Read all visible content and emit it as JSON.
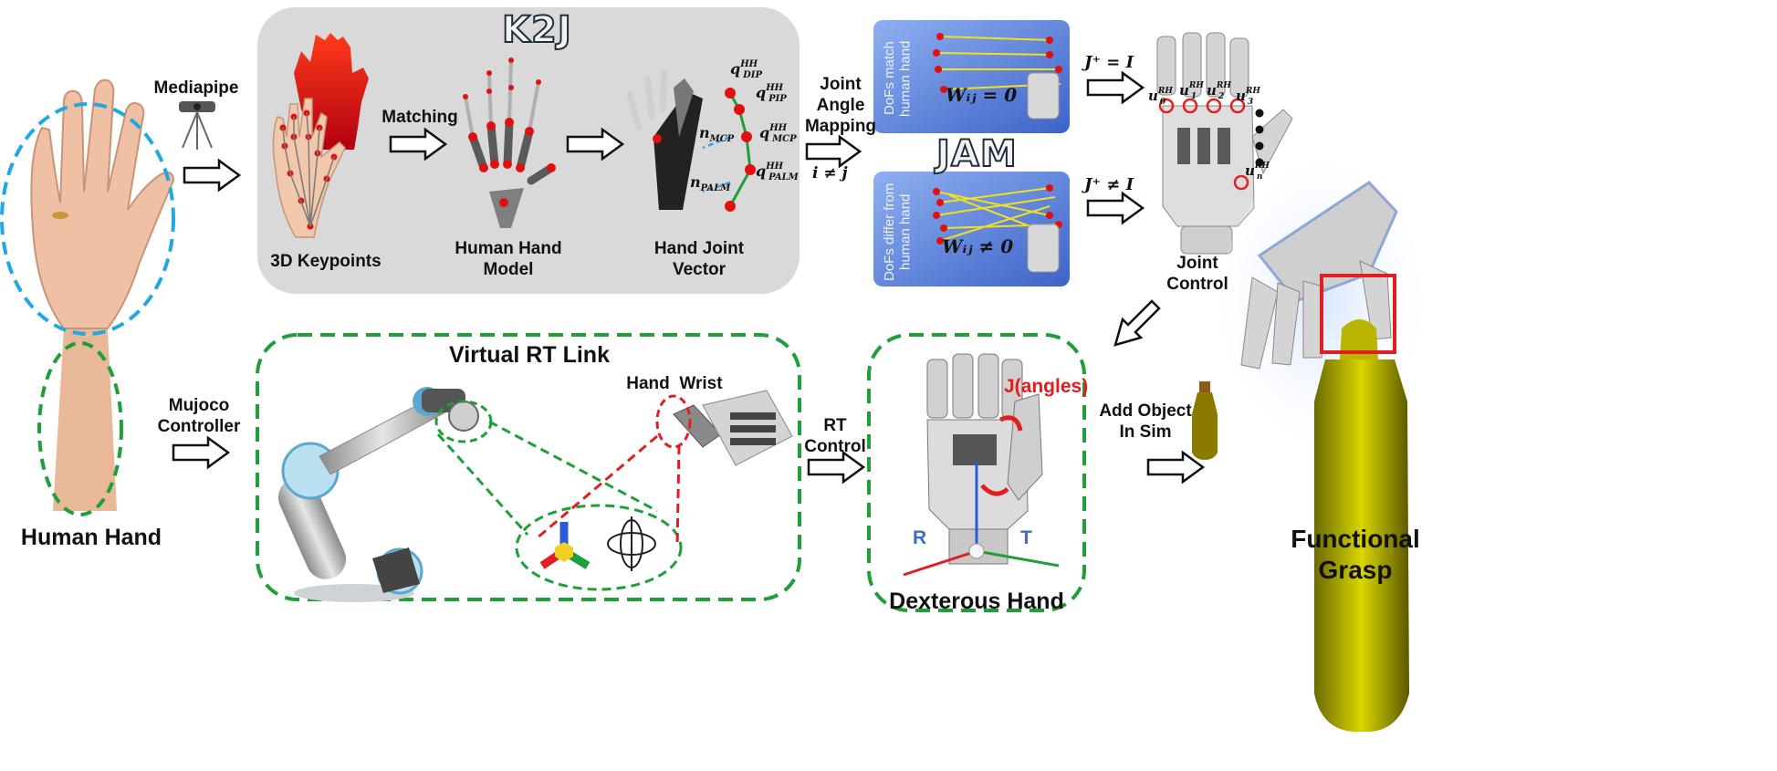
{
  "panel_titles": {
    "k2j": "K2J",
    "jam": "JAM",
    "virtual_rt_link": "Virtual RT Link"
  },
  "stage_labels": {
    "human_hand": "Human Hand",
    "keypoints": "3D Keypoints",
    "human_hand_model": "Human Hand\nModel",
    "hand_joint_vector": "Hand Joint\nVector",
    "joint_control": "Joint\nControl",
    "dexterous_hand": "Dexterous Hand",
    "functional_grasp": "Functional\nGrasp"
  },
  "arrow_labels": {
    "mediapipe": "Mediapipe",
    "matching": "Matching",
    "joint_angle_mapping": "Joint\nAngle\nMapping",
    "mujoco_controller": "Mujoco\nController",
    "rt_control": "RT\nControl",
    "add_object": "Add Object\nIn Sim"
  },
  "math_labels": {
    "i_neq_j": "i ≠ j",
    "jplus_eq_i": "J⁺ = I",
    "jplus_neq_i": "J⁺ ≠ I",
    "w_eq_0": "Wᵢⱼ = 0",
    "w_neq_0": "Wᵢⱼ ≠ 0",
    "q_dip": "q",
    "q_dip_sup": "HH",
    "q_dip_sub": "DIP",
    "q_pip": "q",
    "q_pip_sup": "HH",
    "q_pip_sub": "PIP",
    "q_mcp": "q",
    "q_mcp_sup": "HH",
    "q_mcp_sub": "MCP",
    "q_palm": "q",
    "q_palm_sup": "HH",
    "q_palm_sub": "PALM",
    "n_mcp": "n",
    "n_mcp_sub": "MCP",
    "n_palm": "n",
    "n_palm_sub": "PALM",
    "u0": "u",
    "u0_sub": "0",
    "u1": "u",
    "u1_sub": "1",
    "u2": "u",
    "u2_sub": "2",
    "u3": "u",
    "u3_sub": "3",
    "un": "u",
    "un_sub": "n",
    "rh": "RH"
  },
  "jam_box_text": {
    "match": "DoFs match\nhuman hand",
    "differ": "DoFs differ from\nhuman hand"
  },
  "link_labels": {
    "hand": "Hand",
    "wrist": "Wrist"
  },
  "dexterous_labels": {
    "j_angles": "J(angles)",
    "r": "R",
    "t": "T"
  },
  "colors": {
    "panel_gray": "#d9d9d9",
    "jam_blue": "#5b7ed6",
    "green_dash": "#1f9e3a",
    "cyan_dash": "#21a8e0",
    "red_dash": "#e02020",
    "keypoint_red": "#e01010",
    "yellow_line": "#f0e020"
  }
}
